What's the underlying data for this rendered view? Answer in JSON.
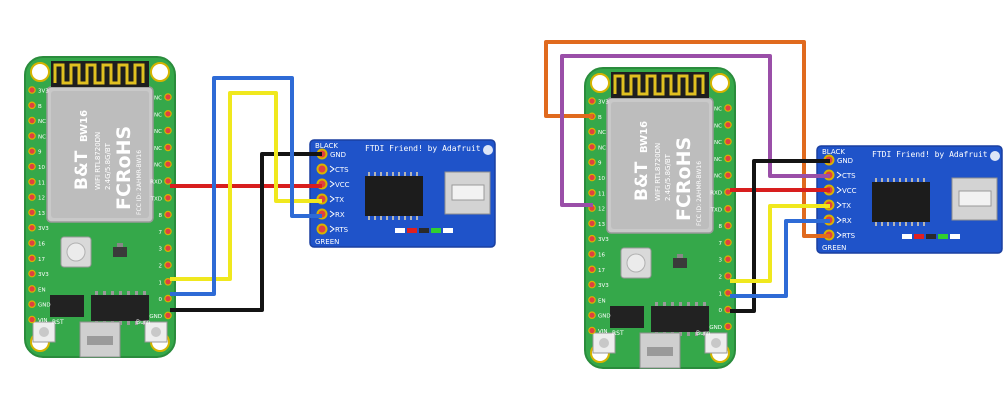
{
  "colors": {
    "board_green": "#35a84a",
    "board_dark": "#2a8c3c",
    "ftdi_blue": "#1f53c9",
    "wire_red": "#d81e1e",
    "wire_black": "#141414",
    "wire_yellow": "#f0e81e",
    "wire_blue": "#2e6bd6",
    "wire_orange": "#e06a1e",
    "wire_purple": "#9a4fa8",
    "pad_gold": "#d6b400"
  },
  "module": {
    "brand": "B&T",
    "model": "BW16",
    "line1": "WIFI RTL8720DN",
    "line2": "2.4G/5.8G/BT",
    "fcc_big": "FCRoHS",
    "fcc_id": "FCC ID: 2AHMR-BW16"
  },
  "board": {
    "left_pins": [
      "3V3",
      "B",
      "NC",
      "NC",
      "9",
      "10",
      "11",
      "12",
      "13",
      "3V3",
      "16",
      "17",
      "3V3",
      "EN",
      "GND",
      "VIN"
    ],
    "right_pins": [
      "NC",
      "NC",
      "NC",
      "NC",
      "NC",
      "RXD",
      "TXD",
      "8",
      "7",
      "3",
      "2",
      "1",
      "0",
      "GND"
    ],
    "rst_label": "RST",
    "burn_label": "Burn"
  },
  "ftdi": {
    "title": "FTDI Friend! by Adafruit",
    "top_label": "BLACK",
    "bottom_label": "GREEN",
    "pins": [
      "GND",
      "CTS",
      "VCC",
      "TX",
      "RX",
      "RTS"
    ]
  },
  "icons": [
    "antenna-icon",
    "chip-icon",
    "usb-connector-icon",
    "button-icon"
  ]
}
